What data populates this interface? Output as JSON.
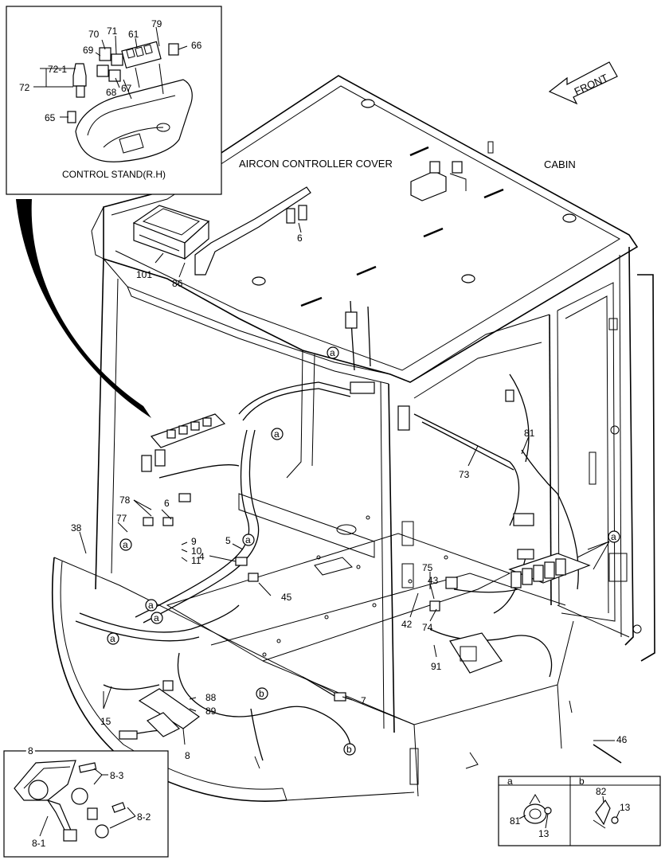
{
  "titles": {
    "control_stand": "CONTROL STAND(R.H)",
    "aircon_cover": "AIRCON CONTROLLER COVER",
    "cabin": "CABIN",
    "front": "FRONT"
  },
  "inset_labels": {
    "l70": "70",
    "l71": "71",
    "l61": "61",
    "l79": "79",
    "l66": "66",
    "l69": "69",
    "l72_1": "72-1",
    "l72": "72",
    "l68": "68",
    "l67": "67",
    "l65": "65"
  },
  "main_labels": {
    "l6a": "6",
    "l101": "101",
    "l86": "86",
    "l81": "81",
    "l73": "73",
    "l78": "78",
    "l6b": "6",
    "l38": "38",
    "l77": "77",
    "l9": "9",
    "l10": "10",
    "l11": "11",
    "l4": "4",
    "l5": "5",
    "l45": "45",
    "l75": "75",
    "l43": "43",
    "l42": "42",
    "l74": "74",
    "l91": "91",
    "l15": "15",
    "l88": "88",
    "l89": "89",
    "l7": "7",
    "l8": "8",
    "l46": "46"
  },
  "circle_labels": {
    "a": "a",
    "b": "b"
  },
  "inset8": {
    "title": "8",
    "l8_3": "8-3",
    "l8_2": "8-2",
    "l8_1": "8-1"
  },
  "inset_ab": {
    "a": "a",
    "b": "b",
    "l81": "81",
    "l13a": "13",
    "l82": "82",
    "l13b": "13"
  }
}
